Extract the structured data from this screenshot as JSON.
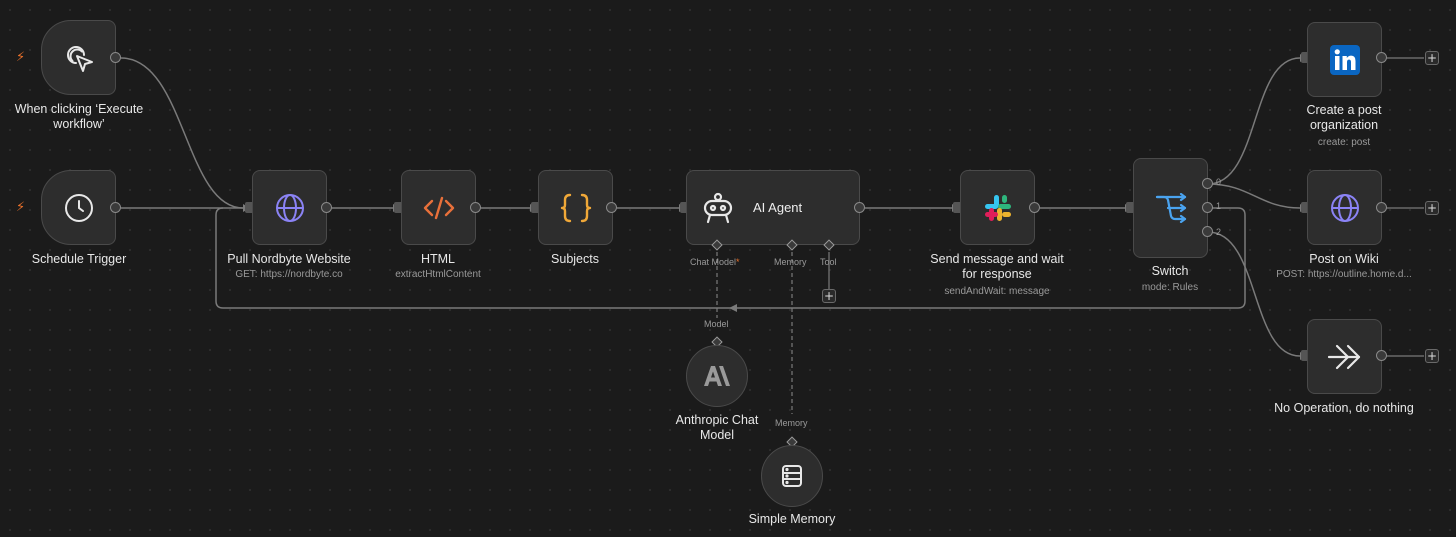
{
  "nodes": {
    "manual_trigger": {
      "title": "When clicking ‘Execute workflow’"
    },
    "schedule_trigger": {
      "title": "Schedule Trigger"
    },
    "pull_website": {
      "title": "Pull Nordbyte Website",
      "subtitle": "GET: https://nordbyte.co"
    },
    "html": {
      "title": "HTML",
      "subtitle": "extractHtmlContent"
    },
    "subjects": {
      "title": "Subjects"
    },
    "ai_agent": {
      "title": "AI Agent",
      "ports": {
        "chat_model": "Chat Model",
        "required_mark": "*",
        "memory": "Memory",
        "tool": "Tool"
      }
    },
    "anthropic": {
      "title": "Anthropic Chat Model",
      "port_label": "Model"
    },
    "simple_memory": {
      "title": "Simple Memory",
      "port_label": "Memory"
    },
    "send_message": {
      "title": "Send message and wait for response",
      "subtitle": "sendAndWait: message"
    },
    "switch": {
      "title": "Switch",
      "subtitle": "mode: Rules",
      "outputs": [
        "0",
        "1",
        "2"
      ]
    },
    "linkedin": {
      "title": "Create a post organization",
      "subtitle": "create: post"
    },
    "wiki": {
      "title": "Post on Wiki",
      "subtitle": "POST: https://outline.home.d..."
    },
    "noop": {
      "title": "No Operation, do nothing"
    }
  },
  "plus_symbol": "+",
  "trigger_symbol": "⚡",
  "icons": {
    "manual": "cursor-click-icon",
    "schedule": "clock-icon",
    "http": "globe-icon",
    "html": "code-icon",
    "subjects": "braces-icon",
    "agent": "robot-icon",
    "anthropic": "anthropic-icon",
    "memory": "database-icon",
    "slack": "slack-icon",
    "switch": "route-icon",
    "linkedin": "linkedin-icon",
    "noop": "arrow-right-icon"
  },
  "colors": {
    "canvas": "#1b1b1b",
    "node": "#2d2d2d",
    "trigger_bolt": "#e8702a",
    "http_icon": "#8b83f5",
    "html_icon": "#e8703a",
    "subjects_icon": "#f0a838",
    "switch_icon": "#4aa3ef",
    "linkedin": "#0a66c2"
  }
}
